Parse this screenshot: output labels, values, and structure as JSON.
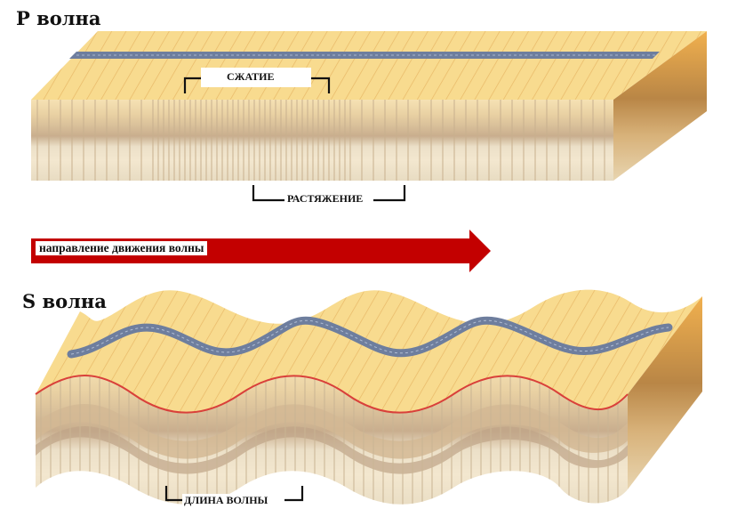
{
  "p_wave": {
    "title": "P волна",
    "compression_label": "СЖАТИЕ",
    "rarefaction_label": "РАСТЯЖЕНИЕ"
  },
  "direction": {
    "label": "направление движения волны"
  },
  "s_wave": {
    "title": "S волна",
    "wavelength_label": "ДЛИНА ВОЛНЫ"
  },
  "colors": {
    "top_face": "#f7d98d",
    "front_light": "#f4ead3",
    "front_band": "#d6c3a4",
    "side_face": "#d9a764",
    "pipe": "#6e7e9e",
    "red_line": "#d9403a",
    "arrow": "#c30000"
  }
}
